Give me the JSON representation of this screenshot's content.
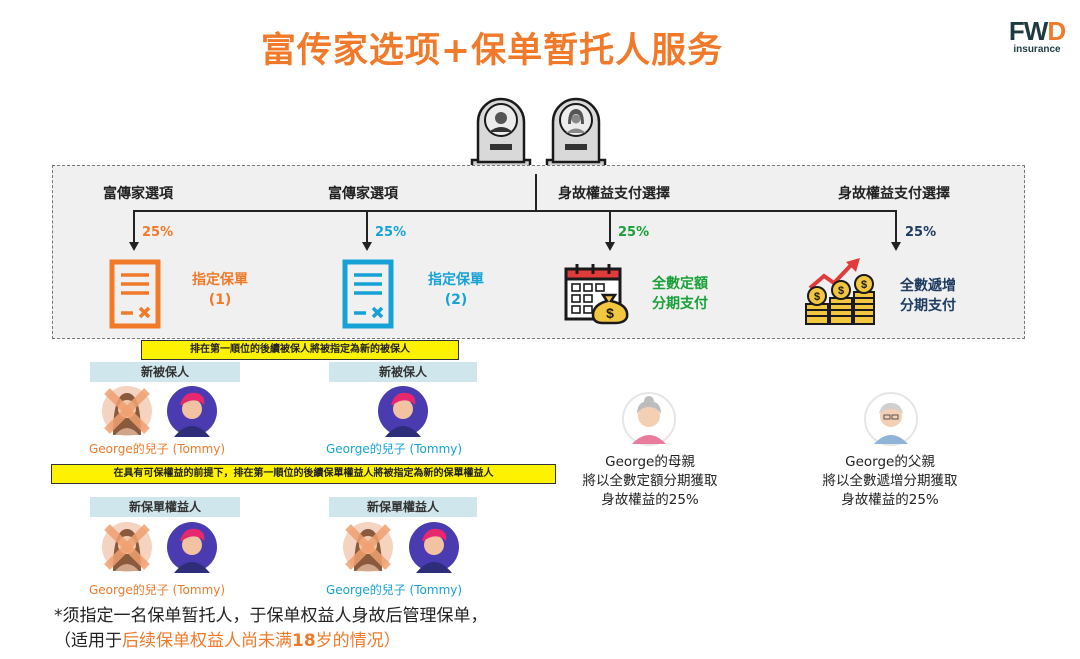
{
  "page": {
    "title": "富传家选项+保单暂托人服务",
    "logo": {
      "mark_prefix": "FW",
      "mark_suffix": "D",
      "subtitle": "insurance"
    }
  },
  "colors": {
    "orange": "#f07a2a",
    "blue": "#17a2d6",
    "green": "#1aa038",
    "navy": "#1e3b60",
    "notice_yellow": "#fff200",
    "band": "#cfe6ec"
  },
  "branches": [
    {
      "title": "富傳家選項",
      "percent": "25%",
      "icon": "policy-document-icon",
      "label_line1": "指定保單",
      "label_line2": "(1)"
    },
    {
      "title": "富傳家選項",
      "percent": "25%",
      "icon": "policy-document-icon",
      "label_line1": "指定保單",
      "label_line2": "(2)"
    },
    {
      "title": "身故權益支付選擇",
      "percent": "25%",
      "icon": "calendar-money-bag-icon",
      "label_line1": "全數定額",
      "label_line2": "分期支付"
    },
    {
      "title": "身故權益支付選擇",
      "percent": "25%",
      "icon": "growth-coins-icon",
      "label_line1": "全數遞增",
      "label_line2": "分期支付"
    }
  ],
  "notices": {
    "insured": "排在第一順位的後續被保人將被指定為新的被保人",
    "owner": "在具有可保權益的前提下，排在第一順位的後續保單權益人將被指定為新的保單權益人"
  },
  "columns": [
    {
      "insured_header": "新被保人",
      "insured_caption": "George的兒子 (Tommy)",
      "owner_header": "新保單權益人",
      "owner_caption": "George的兒子 (Tommy)"
    },
    {
      "insured_header": "新被保人",
      "insured_caption": "George的兒子 (Tommy)",
      "owner_header": "新保單權益人",
      "owner_caption": "George的兒子 (Tommy)"
    }
  ],
  "parents": [
    {
      "icon": "elderly-woman-icon",
      "line1": "George的母親",
      "line2": "將以全數定額分期獲取",
      "line3": "身故權益的25%"
    },
    {
      "icon": "elderly-man-icon",
      "line1": "George的父親",
      "line2": "將以全數遞增分期獲取",
      "line3": "身故權益的25%"
    }
  ],
  "footnote": {
    "line1": "*须指定一名保单暂托人，于保单权益人身故后管理保单，",
    "line2_prefix": "（适用于",
    "line2_highlight": "后续保单权益人尚未满",
    "line2_number": "18",
    "line2_suffix": "岁的情况）"
  }
}
